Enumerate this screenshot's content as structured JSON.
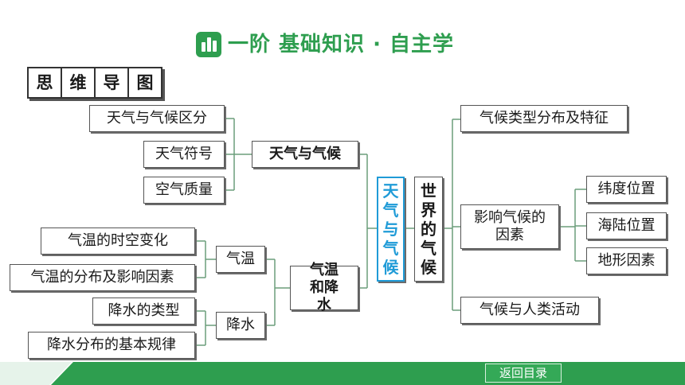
{
  "header": {
    "title": "一阶  基础知识 · 自主学",
    "icon": "bar-chart-icon",
    "color": "#2e9e4f"
  },
  "badge": {
    "chars": [
      "思",
      "维",
      "导",
      "图"
    ]
  },
  "mindmap": {
    "left_top": {
      "hub": "天气与气候",
      "leaves": [
        "天气与气候区分",
        "天气符号",
        "空气质量"
      ]
    },
    "left_bottom": {
      "hub": "气温和降水",
      "temp": {
        "label": "气温",
        "leaves": [
          "气温的时空变化",
          "气温的分布及影响因素"
        ]
      },
      "rain": {
        "label": "降水",
        "leaves": [
          "降水的类型",
          "降水分布的基本规律"
        ]
      }
    },
    "center": {
      "left_vertical": [
        "天",
        "气",
        "与",
        "气",
        "候"
      ],
      "right_vertical": [
        "世",
        "界",
        "的",
        "气",
        "候"
      ]
    },
    "right": {
      "top": "气候类型分布及特征",
      "middle": {
        "label": "影响气候的因素",
        "leaves": [
          "纬度位置",
          "海陆位置",
          "地形因素"
        ]
      },
      "bottom": "气候与人类活动"
    }
  },
  "footer": {
    "back_label": "返回目录"
  }
}
